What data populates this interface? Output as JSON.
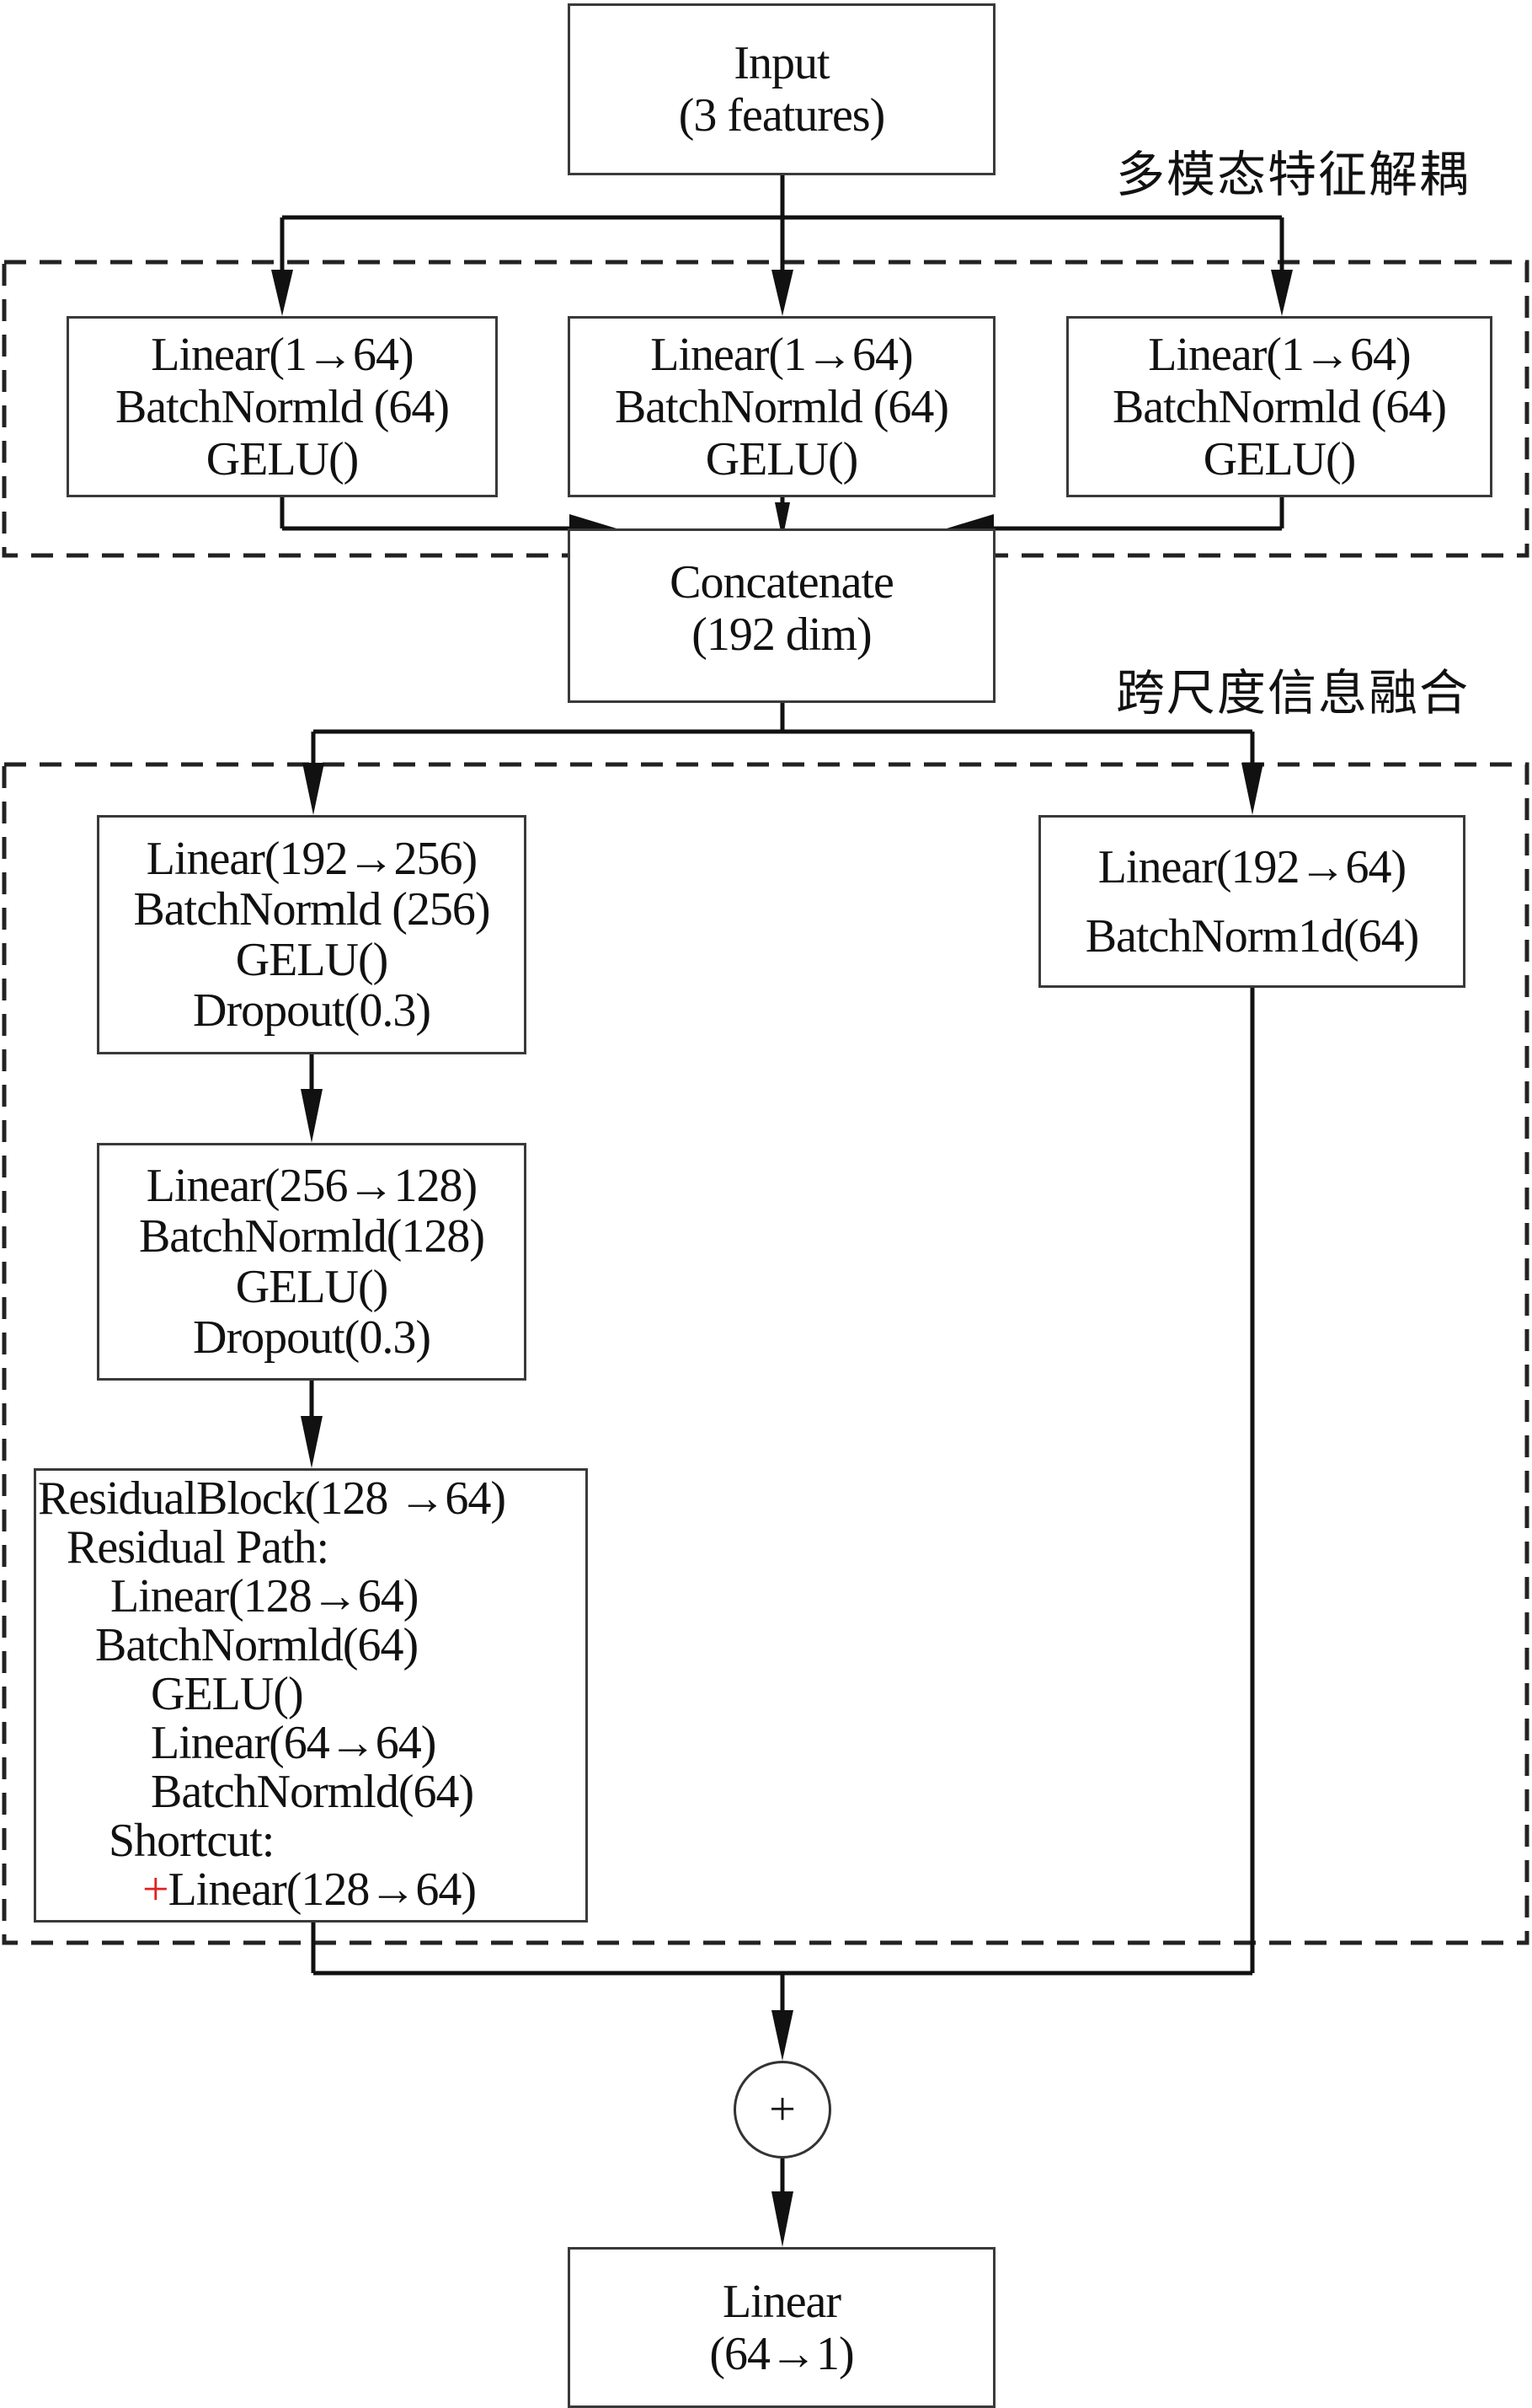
{
  "input_block": {
    "lines": [
      "Input",
      "(3 features)"
    ]
  },
  "section_labels": {
    "decoupling": "多模态特征解耦",
    "fusion": "跨尺度信息融合"
  },
  "modality_branches": [
    {
      "lines": [
        "Linear(1→64)",
        "BatchNormld (64)",
        "GELU()"
      ]
    },
    {
      "lines": [
        "Linear(1→64)",
        "BatchNormld (64)",
        "GELU()"
      ]
    },
    {
      "lines": [
        "Linear(1→64)",
        "BatchNormld (64)",
        "GELU()"
      ]
    }
  ],
  "concat_block": {
    "lines": [
      "Concatenate",
      "(192 dim)"
    ]
  },
  "deep_path": [
    {
      "lines": [
        "Linear(192→256)",
        "BatchNormld (256)",
        "GELU()",
        "Dropout(0.3)"
      ]
    },
    {
      "lines": [
        "Linear(256→128)",
        "BatchNormld(128)",
        "GELU()",
        "Dropout(0.3)"
      ]
    }
  ],
  "residual_block": {
    "title": "ResidualBlock(128 →64)",
    "residual_label": "Residual Path:",
    "residual_layers": [
      "Linear(128→64)",
      "BatchNormld(64)",
      "GELU()",
      "Linear(64→64)",
      "BatchNormld(64)"
    ],
    "shortcut_label": "Shortcut:",
    "shortcut_symbol": "+",
    "shortcut_layer": "Linear(128→64)"
  },
  "shallow_path": {
    "lines": [
      "Linear(192→64)",
      "BatchNorm1d(64)"
    ]
  },
  "sum_node": {
    "symbol": "+"
  },
  "output_block": {
    "lines": [
      "Linear",
      "(64→1)"
    ]
  },
  "colors": {
    "line": "#111111",
    "box_border": "#3a3a3a",
    "highlight": "#e02020"
  }
}
